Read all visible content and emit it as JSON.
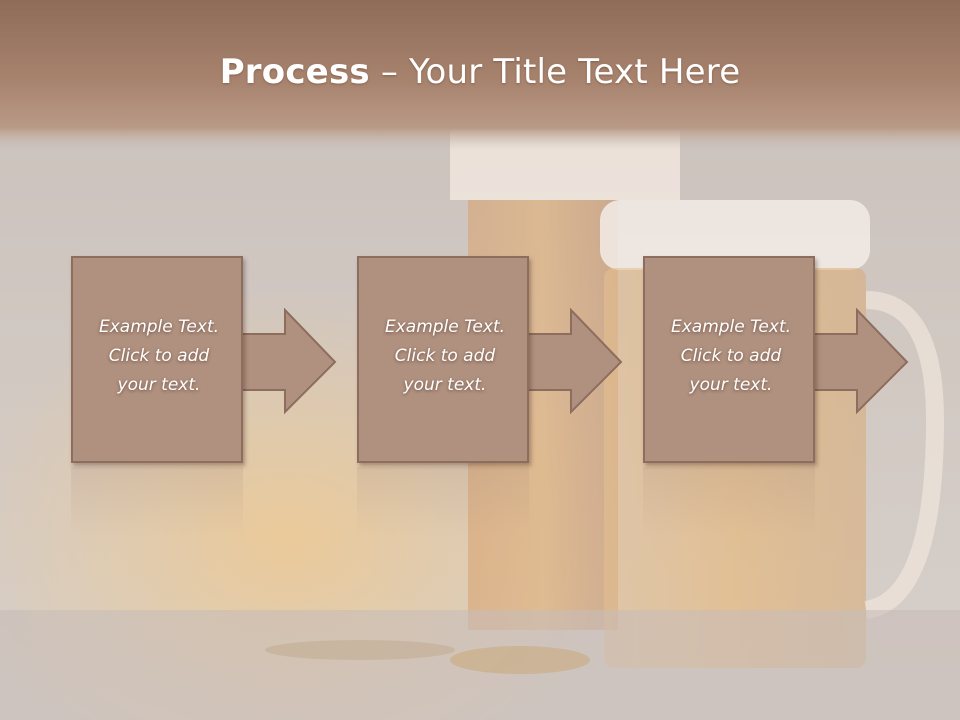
{
  "slide": {
    "title_bold": "Process",
    "title_rest": " – Your Title Text Here",
    "steps": [
      {
        "line1": "Example Text.",
        "line2": "Click  to add",
        "line3": "your text."
      },
      {
        "line1": "Example Text.",
        "line2": "Click  to add",
        "line3": "your text."
      },
      {
        "line1": "Example Text.",
        "line2": "Click  to add",
        "line3": "your text."
      }
    ]
  },
  "colors": {
    "title_band": "#a27f6b",
    "box_fill": "#b0917f",
    "box_border": "#8d6d5e",
    "background": "#cfc7c2"
  },
  "icons": [
    "right-arrow-icon"
  ]
}
